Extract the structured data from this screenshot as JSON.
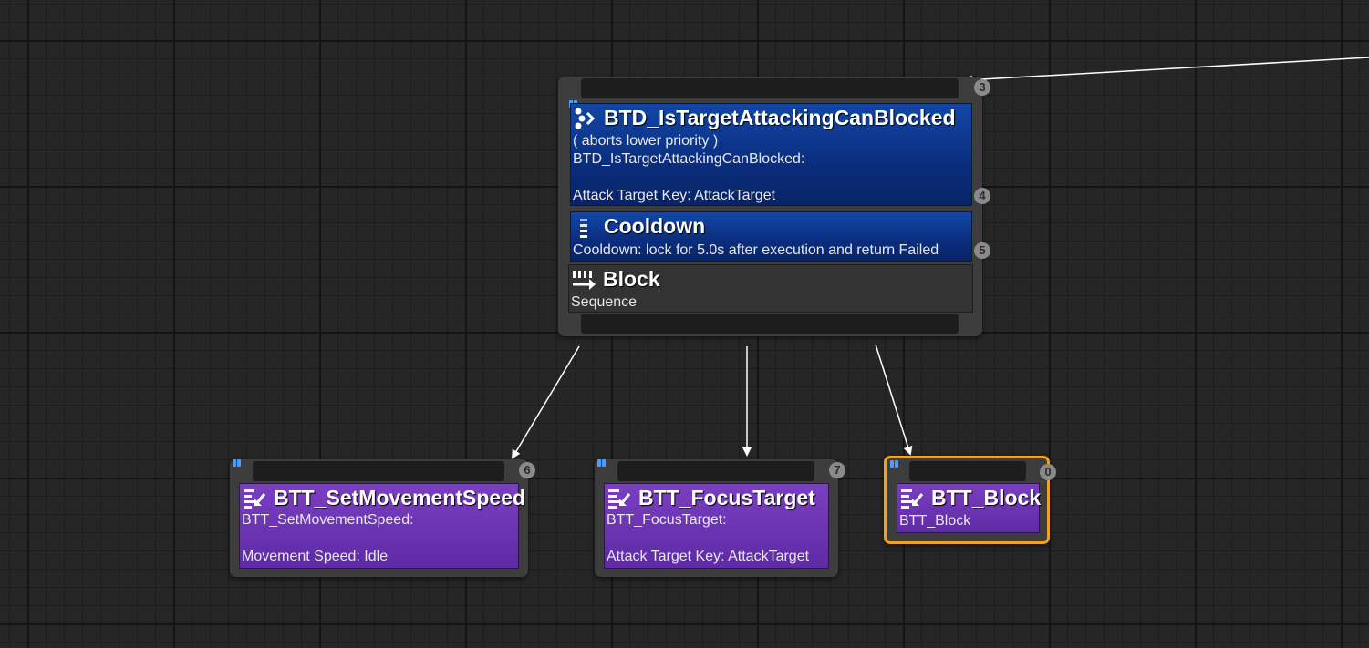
{
  "colors": {
    "background": "#262626",
    "decorator": "#0a2d7e",
    "composite": "#333333",
    "task": "#6a33b5",
    "selection": "#f0a31a"
  },
  "root_node": {
    "badge": "3",
    "decorator_1": {
      "icon": "decorator-blueprint-icon",
      "title": "BTD_IsTargetAttackingCanBlocked",
      "lines": [
        "( aborts lower priority )",
        "BTD_IsTargetAttackingCanBlocked:",
        "",
        "Attack Target Key: AttackTarget"
      ],
      "badge": "4"
    },
    "decorator_2": {
      "icon": "cooldown-icon",
      "title": "Cooldown",
      "lines": [
        "Cooldown: lock for 5.0s after execution and return Failed"
      ],
      "badge": "5"
    },
    "composite": {
      "icon": "sequence-icon",
      "title": "Block",
      "subtitle": "Sequence"
    }
  },
  "tasks": [
    {
      "icon": "task-icon",
      "title": "BTT_SetMovementSpeed",
      "lines": [
        "BTT_SetMovementSpeed:",
        "",
        "Movement Speed: Idle"
      ],
      "badge": "6",
      "selected": false
    },
    {
      "icon": "task-icon",
      "title": "BTT_FocusTarget",
      "lines": [
        "BTT_FocusTarget:",
        "",
        "Attack Target Key: AttackTarget"
      ],
      "badge": "7",
      "selected": false
    },
    {
      "icon": "task-icon",
      "title": "BTT_Block",
      "lines": [
        "BTT_Block"
      ],
      "badge": "0",
      "selected": true
    }
  ]
}
